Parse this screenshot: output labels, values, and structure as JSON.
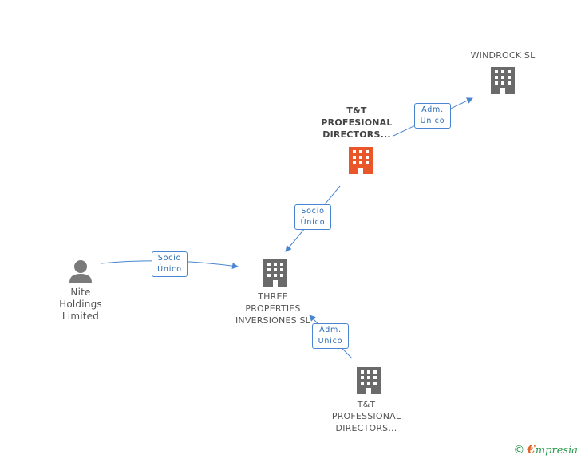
{
  "colors": {
    "edge": "#4a86cf",
    "building": "#6a6a6a",
    "building_highlight": "#e8562a",
    "person": "#7a7a7a"
  },
  "nodes": {
    "windrock": {
      "label": "WINDROCK SL",
      "icon": "building-icon"
    },
    "tt_top": {
      "label": "T&T\nPROFESIONAL\nDIRECTORS...",
      "icon": "building-icon"
    },
    "three": {
      "label": "THREE\nPROPERTIES\nINVERSIONES SL",
      "icon": "building-icon"
    },
    "nite": {
      "label": "Nite\nHoldings\nLimited",
      "icon": "person-icon"
    },
    "tt_bottom": {
      "label": "T&T\nPROFESSIONAL\nDIRECTORS...",
      "icon": "building-icon"
    }
  },
  "edges": {
    "tt_top_windrock": "Adm.\nUnico",
    "tt_top_three": "Socio\nÚnico",
    "nite_three": "Socio\nÚnico",
    "tt_bottom_three": "Adm.\nUnico"
  },
  "footer": {
    "copyright_symbol": "©",
    "brand_initial": "€",
    "brand_rest": "mpresia"
  }
}
